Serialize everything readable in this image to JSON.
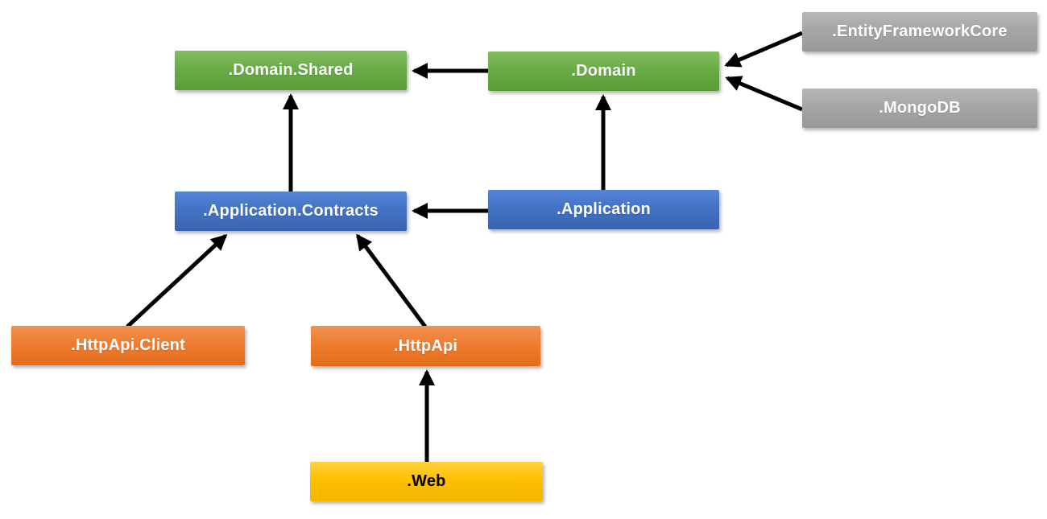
{
  "diagram": {
    "type": "dependency-diagram",
    "nodes": [
      {
        "id": "domain-shared",
        "label": ".Domain.Shared",
        "color": "green",
        "hex": "#69ad47",
        "text_color": "#ffffff"
      },
      {
        "id": "domain",
        "label": ".Domain",
        "color": "green",
        "hex": "#69ad47",
        "text_color": "#ffffff"
      },
      {
        "id": "entity-framework-core",
        "label": ".EntityFrameworkCore",
        "color": "gray",
        "hex": "#a6a6a6",
        "text_color": "#ffffff"
      },
      {
        "id": "mongodb",
        "label": ".MongoDB",
        "color": "gray",
        "hex": "#a6a6a6",
        "text_color": "#ffffff"
      },
      {
        "id": "application-contracts",
        "label": ".Application.Contracts",
        "color": "blue",
        "hex": "#4472c4",
        "text_color": "#ffffff"
      },
      {
        "id": "application",
        "label": ".Application",
        "color": "blue",
        "hex": "#4472c4",
        "text_color": "#ffffff"
      },
      {
        "id": "httpapi-client",
        "label": ".HttpApi.Client",
        "color": "orange",
        "hex": "#ed7d31",
        "text_color": "#ffffff"
      },
      {
        "id": "httpapi",
        "label": ".HttpApi",
        "color": "orange",
        "hex": "#ed7d31",
        "text_color": "#ffffff"
      },
      {
        "id": "web",
        "label": ".Web",
        "color": "yellow",
        "hex": "#ffc000",
        "text_color": "#000000"
      }
    ],
    "edges": [
      {
        "from": ".Domain",
        "to": ".Domain.Shared"
      },
      {
        "from": ".Application.Contracts",
        "to": ".Domain.Shared"
      },
      {
        "from": ".Application",
        "to": ".Domain"
      },
      {
        "from": ".Application",
        "to": ".Application.Contracts"
      },
      {
        "from": ".EntityFrameworkCore",
        "to": ".Domain"
      },
      {
        "from": ".MongoDB",
        "to": ".Domain"
      },
      {
        "from": ".HttpApi.Client",
        "to": ".Application.Contracts"
      },
      {
        "from": ".HttpApi",
        "to": ".Application.Contracts"
      },
      {
        "from": ".Web",
        "to": ".HttpApi"
      }
    ],
    "arrow_color": "#000000"
  }
}
